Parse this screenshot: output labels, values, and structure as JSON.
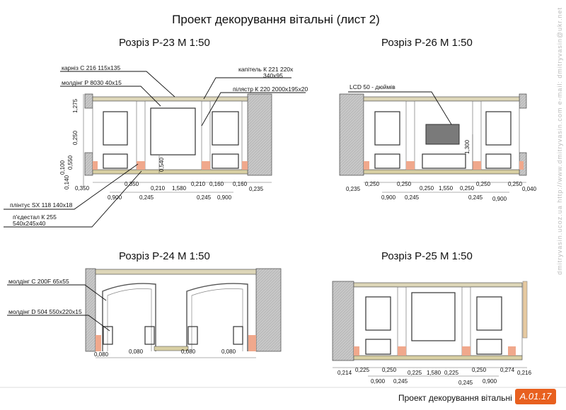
{
  "title": "Проект декорування вітальні (лист 2)",
  "side_text": "dmitryvasin.ucoz.ua  http://www.dmitryvasin.com  e-mail: dmitryvasin@ukr.net",
  "sections": {
    "p23": {
      "title": "Розріз Р-23 М 1:50",
      "labels": {
        "karniz": "карніз С 216  115x135",
        "molding_p": "молдінг Р 8030 40x15",
        "kapitel_1": "капітель К 221 220x",
        "kapitel_2": "340x95",
        "pilaster": "пілястр К 220 2000x195x20",
        "plintus": "плінтус SX 118 140x18",
        "pedestal_1": "п'єдестал К 255",
        "pedestal_2": "540x245x40"
      },
      "dims_row1": [
        "0,350",
        "0,350",
        "0,210",
        "1,580",
        "0,210",
        "0,160",
        "0,160",
        "0,235"
      ],
      "dims_row2": [
        "0,900",
        "0,245",
        "0,245",
        "0,900"
      ],
      "vdims": [
        "1,275",
        "0,250",
        "0,550",
        "0,100",
        "0,140"
      ],
      "inner_dim": "0,540"
    },
    "p26": {
      "title": "Розріз Р-26 М 1:50",
      "label_lcd": "LCD 50 - дюймів",
      "dims_row1": [
        "0,235",
        "0,250",
        "0,250",
        "0,250",
        "1,550",
        "0,250",
        "0,250",
        "0,250",
        "0,040"
      ],
      "dims_row2": [
        "0,900",
        "0,245",
        "0,245",
        "0,900"
      ],
      "inner_dim": "1,300"
    },
    "p24": {
      "title": "Розріз Р-24 М 1:50",
      "labels": {
        "molding_c": "молдінг С 200F  65x55",
        "molding_d": "молдінг D 504  550x220x15"
      },
      "dims": [
        "0,080",
        "0,080",
        "0,080",
        "0,080"
      ]
    },
    "p25": {
      "title": "Розріз Р-25 М 1:50",
      "dims_row1": [
        "0,214",
        "0,225",
        "0,250",
        "0,225",
        "1,580",
        "0,225",
        "0,250",
        "0,274",
        "0,216"
      ],
      "dims_row2": [
        "0,900",
        "0,245",
        "0,245",
        "0,900"
      ]
    }
  },
  "footer": {
    "text": "Проект декорування вітальні",
    "sheet": "А.01.17"
  }
}
